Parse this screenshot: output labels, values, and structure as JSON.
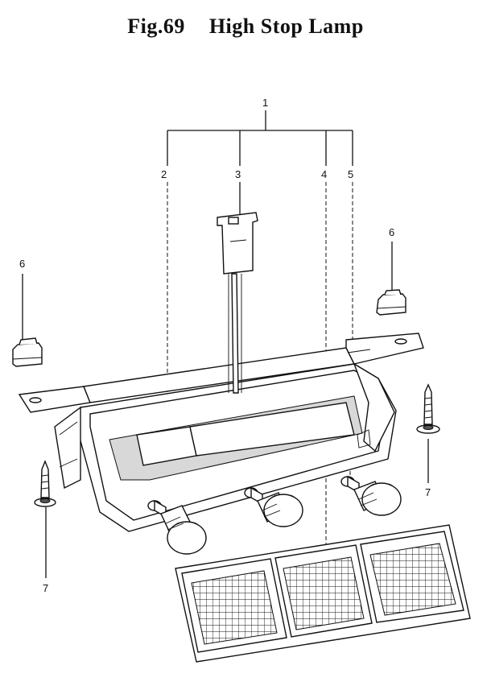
{
  "figure": {
    "number": "Fig.69",
    "title": "High Stop Lamp"
  },
  "callouts": {
    "c1": "1",
    "c2": "2",
    "c3": "3",
    "c4": "4",
    "c5": "5",
    "c6a": "6",
    "c6b": "6",
    "c7a": "7",
    "c7b": "7"
  }
}
